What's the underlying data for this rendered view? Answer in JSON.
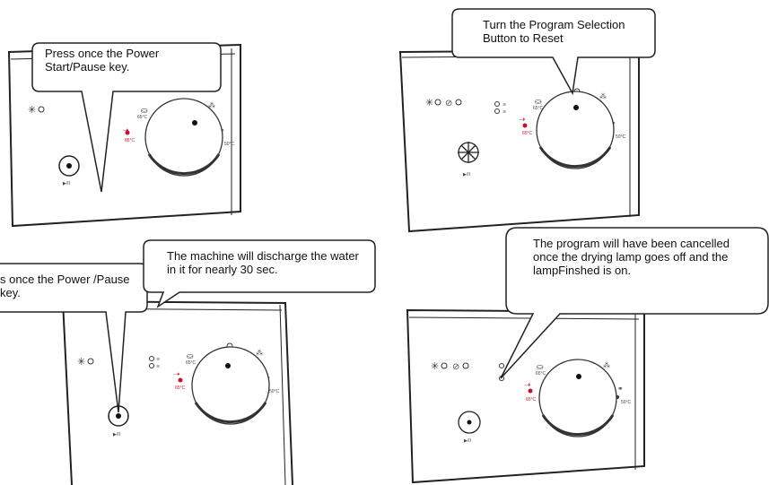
{
  "panels": [
    {
      "callout": "Press once the Power Start/Pause key.",
      "play_label": "▶/II",
      "temp_a": "65°C",
      "temp_b": "65°C",
      "temp_c": "50°C",
      "lamp_icon": "star-icon"
    },
    {
      "callout": "Turn the Program Selection Button to Reset",
      "play_label": "▶/II",
      "temp_a": "65°C",
      "temp_b": "65°C",
      "temp_c": "50°C",
      "lamp_icon": "star-icon"
    },
    {
      "callout": "The machine will discharge the water in it for nearly 30 sec.",
      "callout_partial": "s once the Power /Pause key.",
      "play_label": "▶/II",
      "temp_a": "65°C",
      "temp_b": "65°C",
      "temp_c": "50°C",
      "lamp_icon": "star-icon"
    },
    {
      "callout": "The program will have been cancelled once the drying lamp goes off and the lampFinshed is on.",
      "play_label": "▶/II",
      "temp_a": "65°C",
      "temp_b": "65°C",
      "temp_c": "50°C",
      "lamp_icon": "star-icon"
    }
  ],
  "colors": {
    "accent_red": "#c8102e",
    "line": "#222222"
  }
}
